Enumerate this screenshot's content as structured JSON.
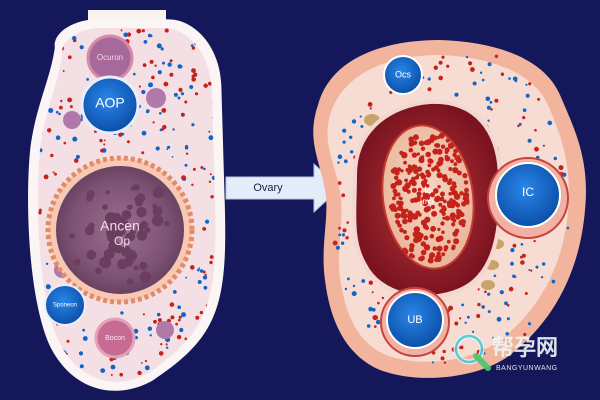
{
  "colors": {
    "background": "#14185a",
    "tissue": "#f6e3de",
    "tissue_pink": "#f3b7ac",
    "follicle_blue": "#1164c9",
    "cell_red": "#c5221b",
    "large_cell_purple": "#7c4f74",
    "arrow_fill": "#e4ebf9"
  },
  "left_panel": {
    "top_small_label": "Ocuron",
    "big_follicle_label": "AOP",
    "center_labels": [
      "Ancen",
      "Op"
    ],
    "lower_left_label": "Sponeon",
    "bottom_label": "Bocon"
  },
  "arrow": {
    "label": "Ovary"
  },
  "right_panel": {
    "top_label": "Ocs",
    "center_labels": [
      "ro",
      "mo"
    ],
    "right_label": "IC",
    "bottom_label": "UB"
  },
  "watermark": {
    "logo_icon": "magnifier-q-icon",
    "text": "帮孕网",
    "subtext": "BANGYUNWANG"
  }
}
